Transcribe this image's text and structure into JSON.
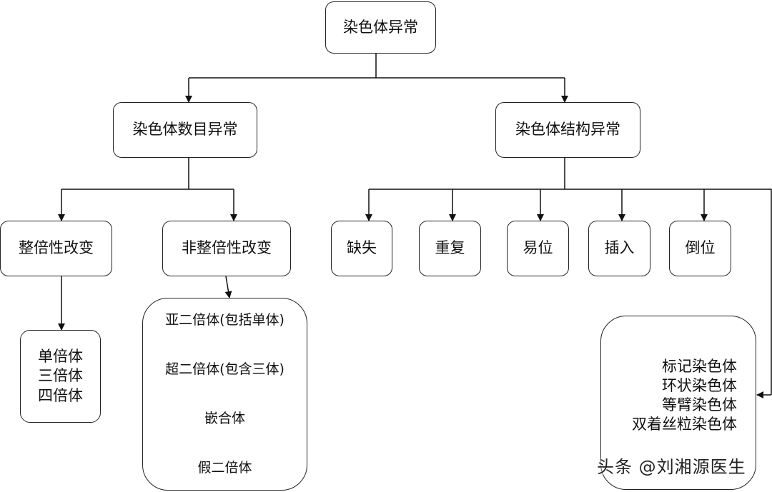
{
  "diagram": {
    "root": {
      "label": "染色体异常"
    },
    "numerical": {
      "label": "染色体数目异常",
      "euploid": {
        "label": "整倍性改变",
        "items": [
          "单倍体",
          "三倍体",
          "四倍体"
        ]
      },
      "aneuploid": {
        "label": "非整倍性改变",
        "items": [
          "亚二倍体(包括单体)",
          "超二倍体(包含三体)",
          "嵌合体",
          "假二倍体"
        ]
      }
    },
    "structural": {
      "label": "染色体结构异常",
      "types": [
        "缺失",
        "重复",
        "易位",
        "插入",
        "倒位"
      ],
      "others": [
        "标记染色体",
        "环状染色体",
        "等臂染色体",
        "双着丝粒染色体"
      ]
    }
  },
  "watermark": "头条 @刘湘源医生"
}
